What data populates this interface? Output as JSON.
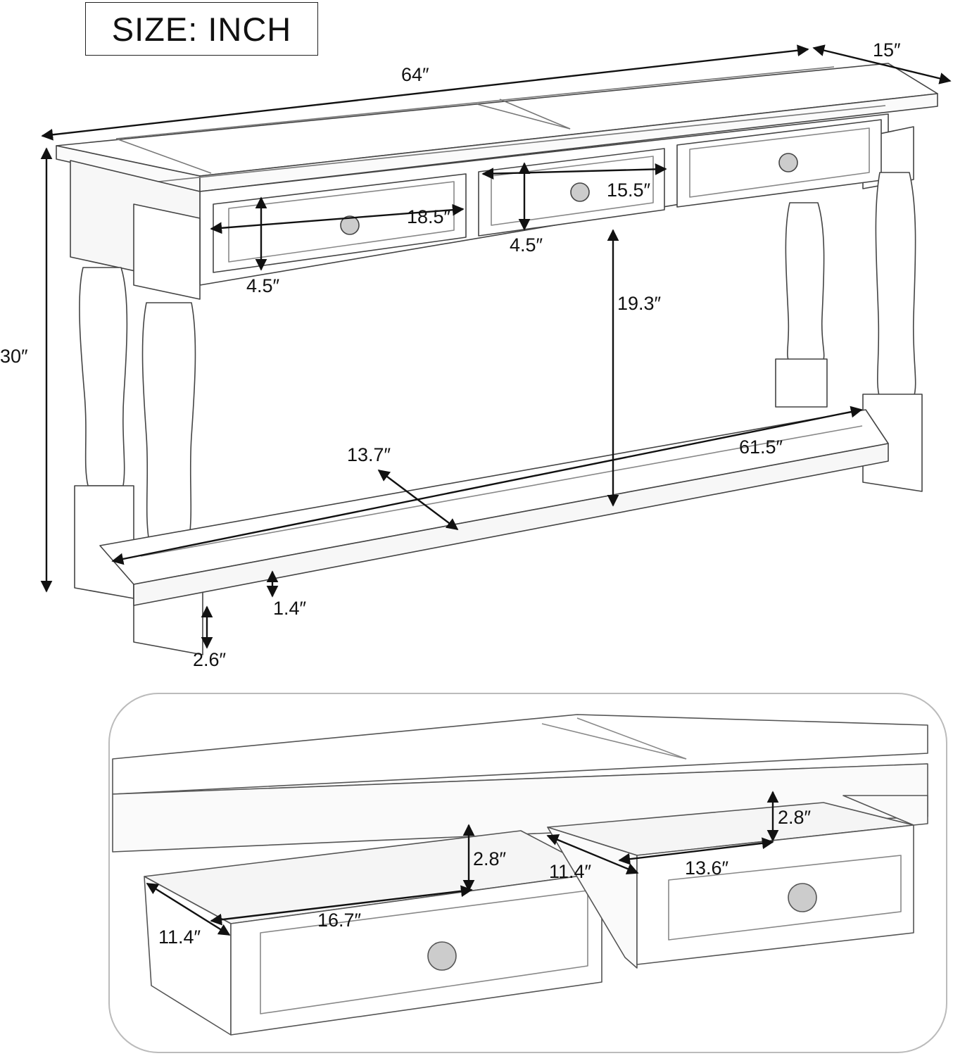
{
  "size_label": "SIZE: INCH",
  "dimensions": {
    "overall_length": "64″",
    "overall_depth": "15″",
    "overall_height": "30″",
    "large_drawer_width": "18.5″",
    "small_drawer_width": "15.5″",
    "large_drawer_height": "4.5″",
    "small_drawer_height": "4.5″",
    "clearance_height": "19.3″",
    "shelf_length": "61.5″",
    "shelf_depth": "13.7″",
    "shelf_thickness": "1.4″",
    "leg_clearance": "2.6″"
  },
  "inner_dimensions": {
    "left_drawer_depth": "11.4″",
    "left_drawer_width": "16.7″",
    "left_drawer_height": "2.8″",
    "right_drawer_depth": "11.4″",
    "right_drawer_width": "13.6″",
    "right_drawer_height": "2.8″"
  }
}
